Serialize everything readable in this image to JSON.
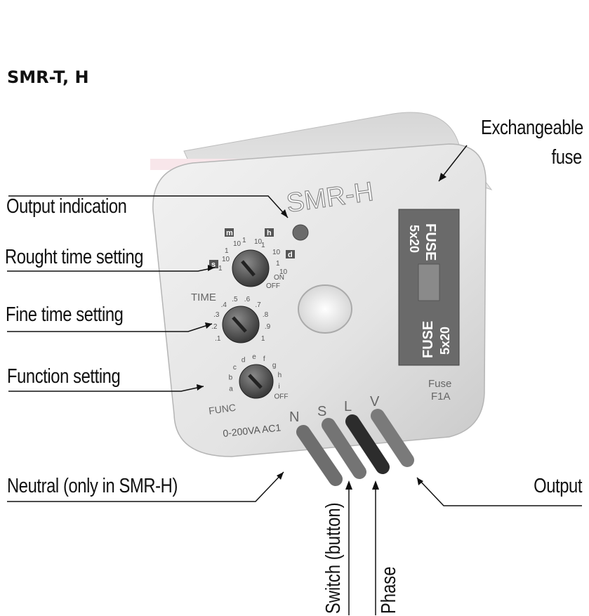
{
  "title": "SMR-T, H",
  "device": {
    "model": "SMR-H",
    "time_label": "TIME",
    "func_label": "FUNC",
    "rating": "0-200VA AC1",
    "fuse_text": "FUSE",
    "fuse_size": "5x20",
    "fuse_rating_top": "Fuse",
    "fuse_rating_bottom": "F1A",
    "range_s": "s",
    "range_m": "m",
    "range_h": "h",
    "range_d": "d",
    "on": "ON",
    "off": "OFF",
    "terminals": [
      "N",
      "S",
      "L",
      "V"
    ],
    "fine_ticks": [
      ".1",
      ".2",
      ".3",
      ".4",
      ".5",
      ".6",
      ".7",
      ".8",
      ".9",
      "1"
    ],
    "func_ticks": [
      "a",
      "b",
      "c",
      "d",
      "e",
      "f",
      "g",
      "h",
      "i",
      "OFF"
    ]
  },
  "labels": {
    "exchangeable_fuse_1": "Exchangeable",
    "exchangeable_fuse_2": "fuse",
    "output_indication": "Output indication",
    "rough_time": "Rought time setting",
    "fine_time": "Fine time setting",
    "function_setting": "Function setting",
    "neutral": "Neutral (only in SMR-H)",
    "output": "Output",
    "switch": "Switch (button)",
    "phase": "Phase"
  }
}
